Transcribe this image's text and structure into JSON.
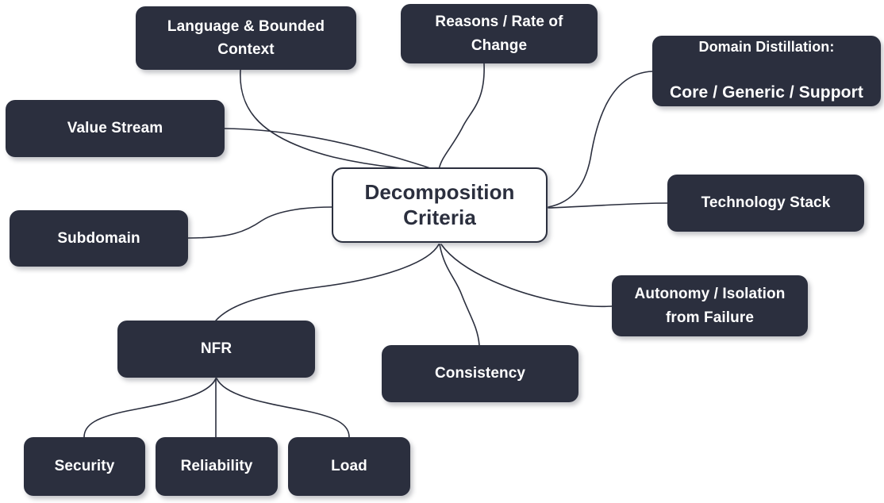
{
  "diagram": {
    "title": "Decomposition Criteria",
    "type": "mind-map",
    "background_color": "#ffffff",
    "node_color": "#2b2f3e",
    "node_text_color": "#ffffff",
    "root_fill_color": "#ffffff",
    "root_text_color": "#2b2f3e",
    "edge_color": "#2b2f3e"
  },
  "root": {
    "label": "Decomposition\nCriteria"
  },
  "nodes": {
    "language_bounded_context": {
      "label": "Language & Bounded\nContext"
    },
    "reasons_rate_of_change": {
      "label": "Reasons / Rate of\nChange"
    },
    "domain_distillation_line1": {
      "label": "Domain Distillation:"
    },
    "domain_distillation_line2": {
      "label": "Core / Generic / Support"
    },
    "value_stream": {
      "label": "Value Stream"
    },
    "technology_stack": {
      "label": "Technology Stack"
    },
    "subdomain": {
      "label": "Subdomain"
    },
    "autonomy_isolation": {
      "label": "Autonomy / Isolation\nfrom Failure"
    },
    "nfr": {
      "label": "NFR"
    },
    "consistency": {
      "label": "Consistency"
    },
    "security": {
      "label": "Security"
    },
    "reliability": {
      "label": "Reliability"
    },
    "load": {
      "label": "Load"
    }
  },
  "edges": [
    {
      "from": "language_bounded_context",
      "to": "root"
    },
    {
      "from": "reasons_rate_of_change",
      "to": "root"
    },
    {
      "from": "value_stream",
      "to": "root"
    },
    {
      "from": "domain_distillation",
      "to": "root"
    },
    {
      "from": "technology_stack",
      "to": "root"
    },
    {
      "from": "subdomain",
      "to": "root"
    },
    {
      "from": "root",
      "to": "nfr"
    },
    {
      "from": "root",
      "to": "consistency"
    },
    {
      "from": "root",
      "to": "autonomy_isolation"
    },
    {
      "from": "nfr",
      "to": "security"
    },
    {
      "from": "nfr",
      "to": "reliability"
    },
    {
      "from": "nfr",
      "to": "load"
    }
  ]
}
